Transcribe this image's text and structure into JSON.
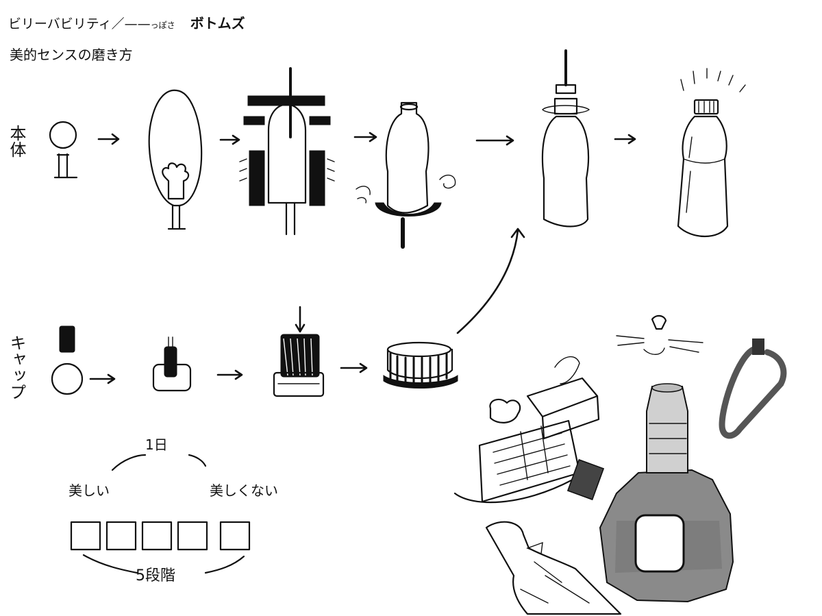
{
  "header": {
    "line1_main": "ビリーバビリティ／",
    "line1_note": "っぽさ",
    "line1_brand": "ボトムズ",
    "line2": "美的センスの磨き方"
  },
  "rows": {
    "body_label": "本体",
    "cap_label": "キャップ"
  },
  "scale": {
    "top_label": "1日",
    "left_label": "美しい",
    "right_label": "美しくない",
    "bottom_label": "5段階",
    "box_count": 5
  }
}
